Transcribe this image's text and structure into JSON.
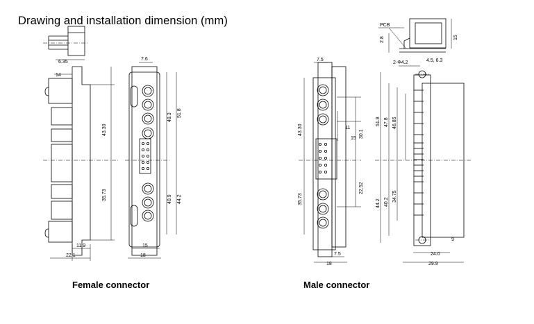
{
  "title": "Drawing and installation dimension (mm)",
  "captions": {
    "female": "Female connector",
    "male": "Male connector"
  },
  "female_dims": {
    "d635": "6.35",
    "d14": "14",
    "d4330": "43.30",
    "d3573": "35.73",
    "d119": "11.9",
    "d221": "22.1",
    "d76": "7.6",
    "d483": "48.3",
    "d518": "51.8",
    "d409": "40.9",
    "d442": "44.2",
    "d15": "15",
    "d18": "18"
  },
  "male_dims": {
    "d75top": "7.5",
    "d4330": "43.30",
    "d11": "11",
    "d15": "15",
    "d301": "30.1",
    "d2252": "22.52",
    "d3573": "35.73",
    "d75bot": "7.5",
    "d18": "18",
    "pcb": "PCB",
    "d28": "2.8",
    "d15r": "15",
    "hole": "2-Φ4.2",
    "d4563": "4.5, 6.3",
    "d518": "51.8",
    "d478": "47.8",
    "d4685": "46.85",
    "d442": "44.2",
    "d402": "40.2",
    "d3475": "34.75",
    "d9": "9",
    "d240": "24.0",
    "d299": "29.9"
  }
}
